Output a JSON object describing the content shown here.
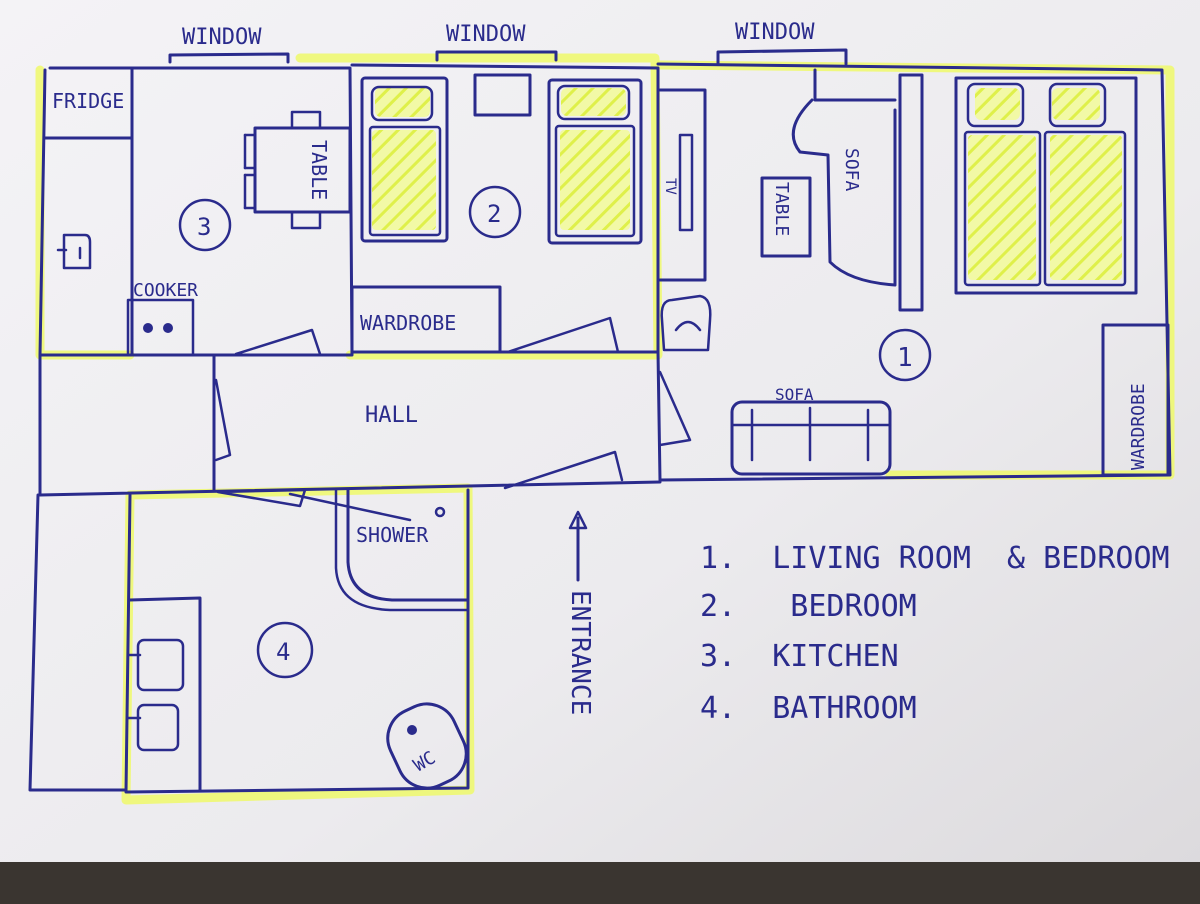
{
  "labels": {
    "window_kitchen": "WINDOW",
    "window_bedroom": "WINDOW",
    "window_living": "WINDOW",
    "fridge": "FRIDGE",
    "table_kitchen": "TABLE",
    "cooker": "COOKER",
    "wardrobe_bedroom": "WARDROBE",
    "sofa_top": "SOFA",
    "table_living": "TABLE",
    "sofa_bottom": "SOFA",
    "wardrobe_living": "WARDROBE",
    "tv": "TV",
    "hall": "HALL",
    "shower": "SHOWER",
    "wc": "WC",
    "entrance": "ENTRANCE",
    "room_num_1": "1",
    "room_num_2": "2",
    "room_num_3": "3",
    "room_num_4": "4"
  },
  "legend": {
    "items": [
      "1.  LIVING ROOM  & BEDROOM",
      "2.   BEDROOM",
      "3.  KITCHEN",
      "4.  BATHROOM"
    ]
  },
  "colors": {
    "ink": "#2a2b8c",
    "highlighter": "#eef96a",
    "paper": "#f2f1f3"
  }
}
